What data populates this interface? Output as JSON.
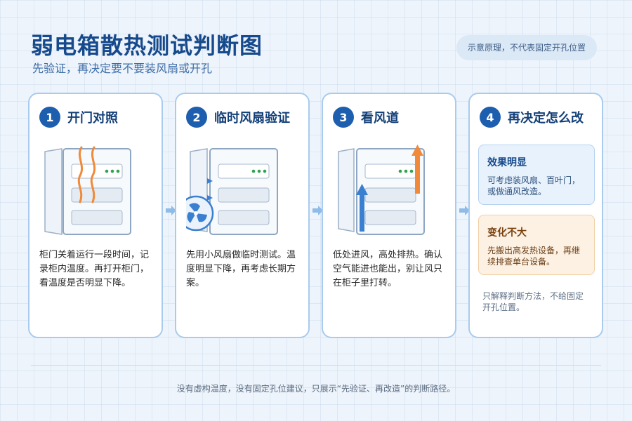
{
  "header": {
    "title": "弱电箱散热测试判断图",
    "subtitle": "先验证，再决定要不要装风扇或开孔",
    "note": "示意原理，不代表固定开孔位置"
  },
  "steps": [
    {
      "num": "1",
      "title": "开门对照",
      "text": "柜门关着运行一段时间，记录柜内温度。再打开柜门，看温度是否明显下降。"
    },
    {
      "num": "2",
      "title": "临时风扇验证",
      "text": "先用小风扇做临时测试。温度明显下降，再考虑长期方案。"
    },
    {
      "num": "3",
      "title": "看风道",
      "text": "低处进风，高处排热。确认空气能进也能出，别让风只在柜子里打转。"
    },
    {
      "num": "4",
      "title": "再决定怎么改"
    }
  ],
  "decision": {
    "good": {
      "title": "效果明显",
      "text": "可考虑装风扇、百叶门，或做通风改造。"
    },
    "bad": {
      "title": "变化不大",
      "text": "先搬出高发热设备，再继续排查单台设备。"
    },
    "note": "只解释判断方法，不给固定开孔位置。"
  },
  "footer": "没有虚构温度，没有固定孔位建议，只展示“先验证、再改造”的判断路径。",
  "colors": {
    "primary": "#1d5fae",
    "heat": "#f08a3a",
    "led": "#2da44e",
    "airflow_in": "#3b7fd0",
    "card_border": "#a8cbee"
  }
}
